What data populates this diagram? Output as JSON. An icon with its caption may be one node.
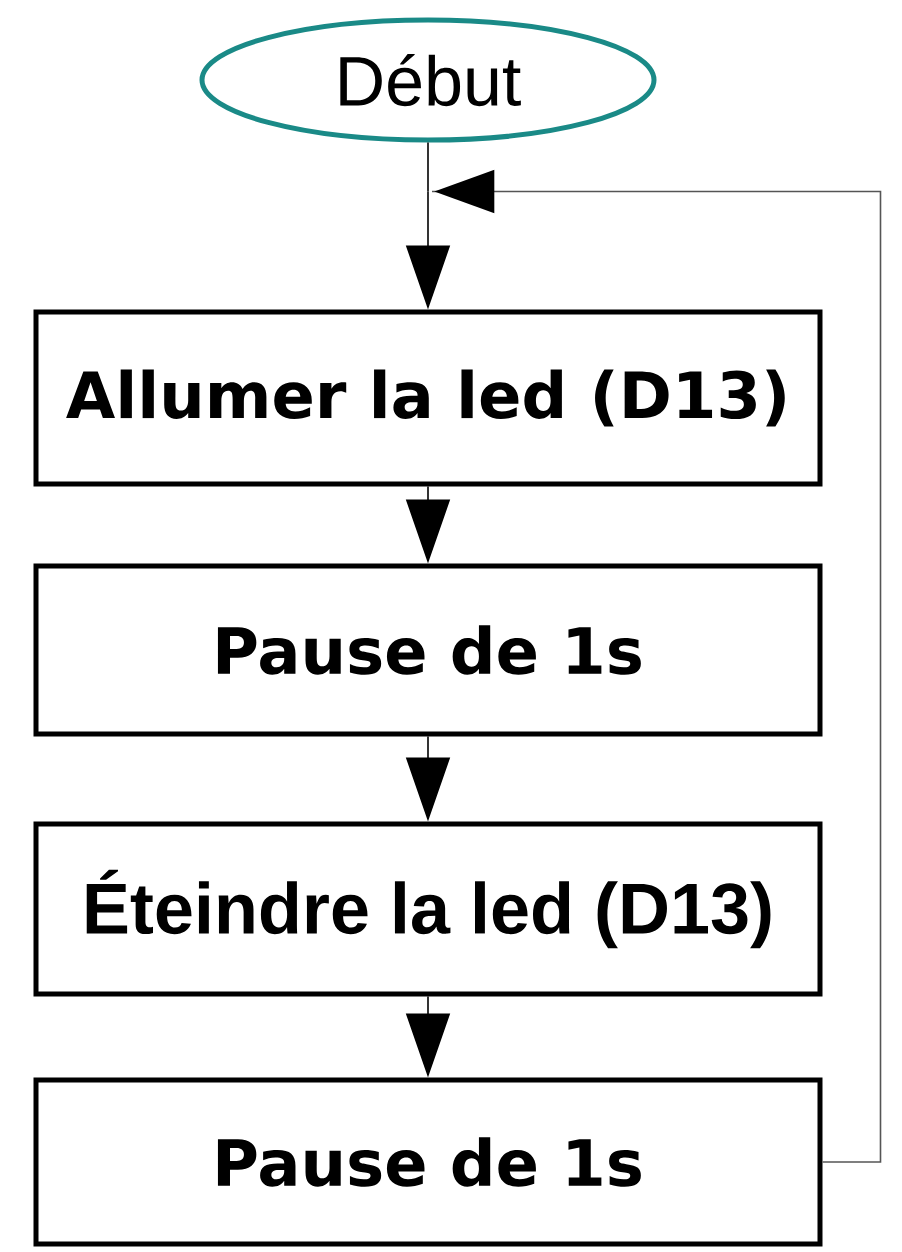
{
  "diagram": {
    "nodes": [
      {
        "text": [
          "Début"
        ]
      },
      {
        "text": [
          "Allumer la led (D13)"
        ]
      },
      {
        "text": [
          "Pause de 1s"
        ]
      },
      {
        "text": [
          "Éteindre la led (D13)"
        ]
      },
      {
        "text": [
          "Pause de 1s"
        ]
      }
    ],
    "edges": [
      {
        "from": 0,
        "to": 1,
        "arrow": "to"
      },
      {
        "from": 1,
        "to": 2,
        "arrow": "to"
      },
      {
        "from": 2,
        "to": 3,
        "arrow": "to"
      },
      {
        "from": 3,
        "to": 4,
        "arrow": "to"
      },
      {
        "from": 4,
        "to": 1,
        "arrow": "to",
        "color": "#555555"
      }
    ]
  }
}
